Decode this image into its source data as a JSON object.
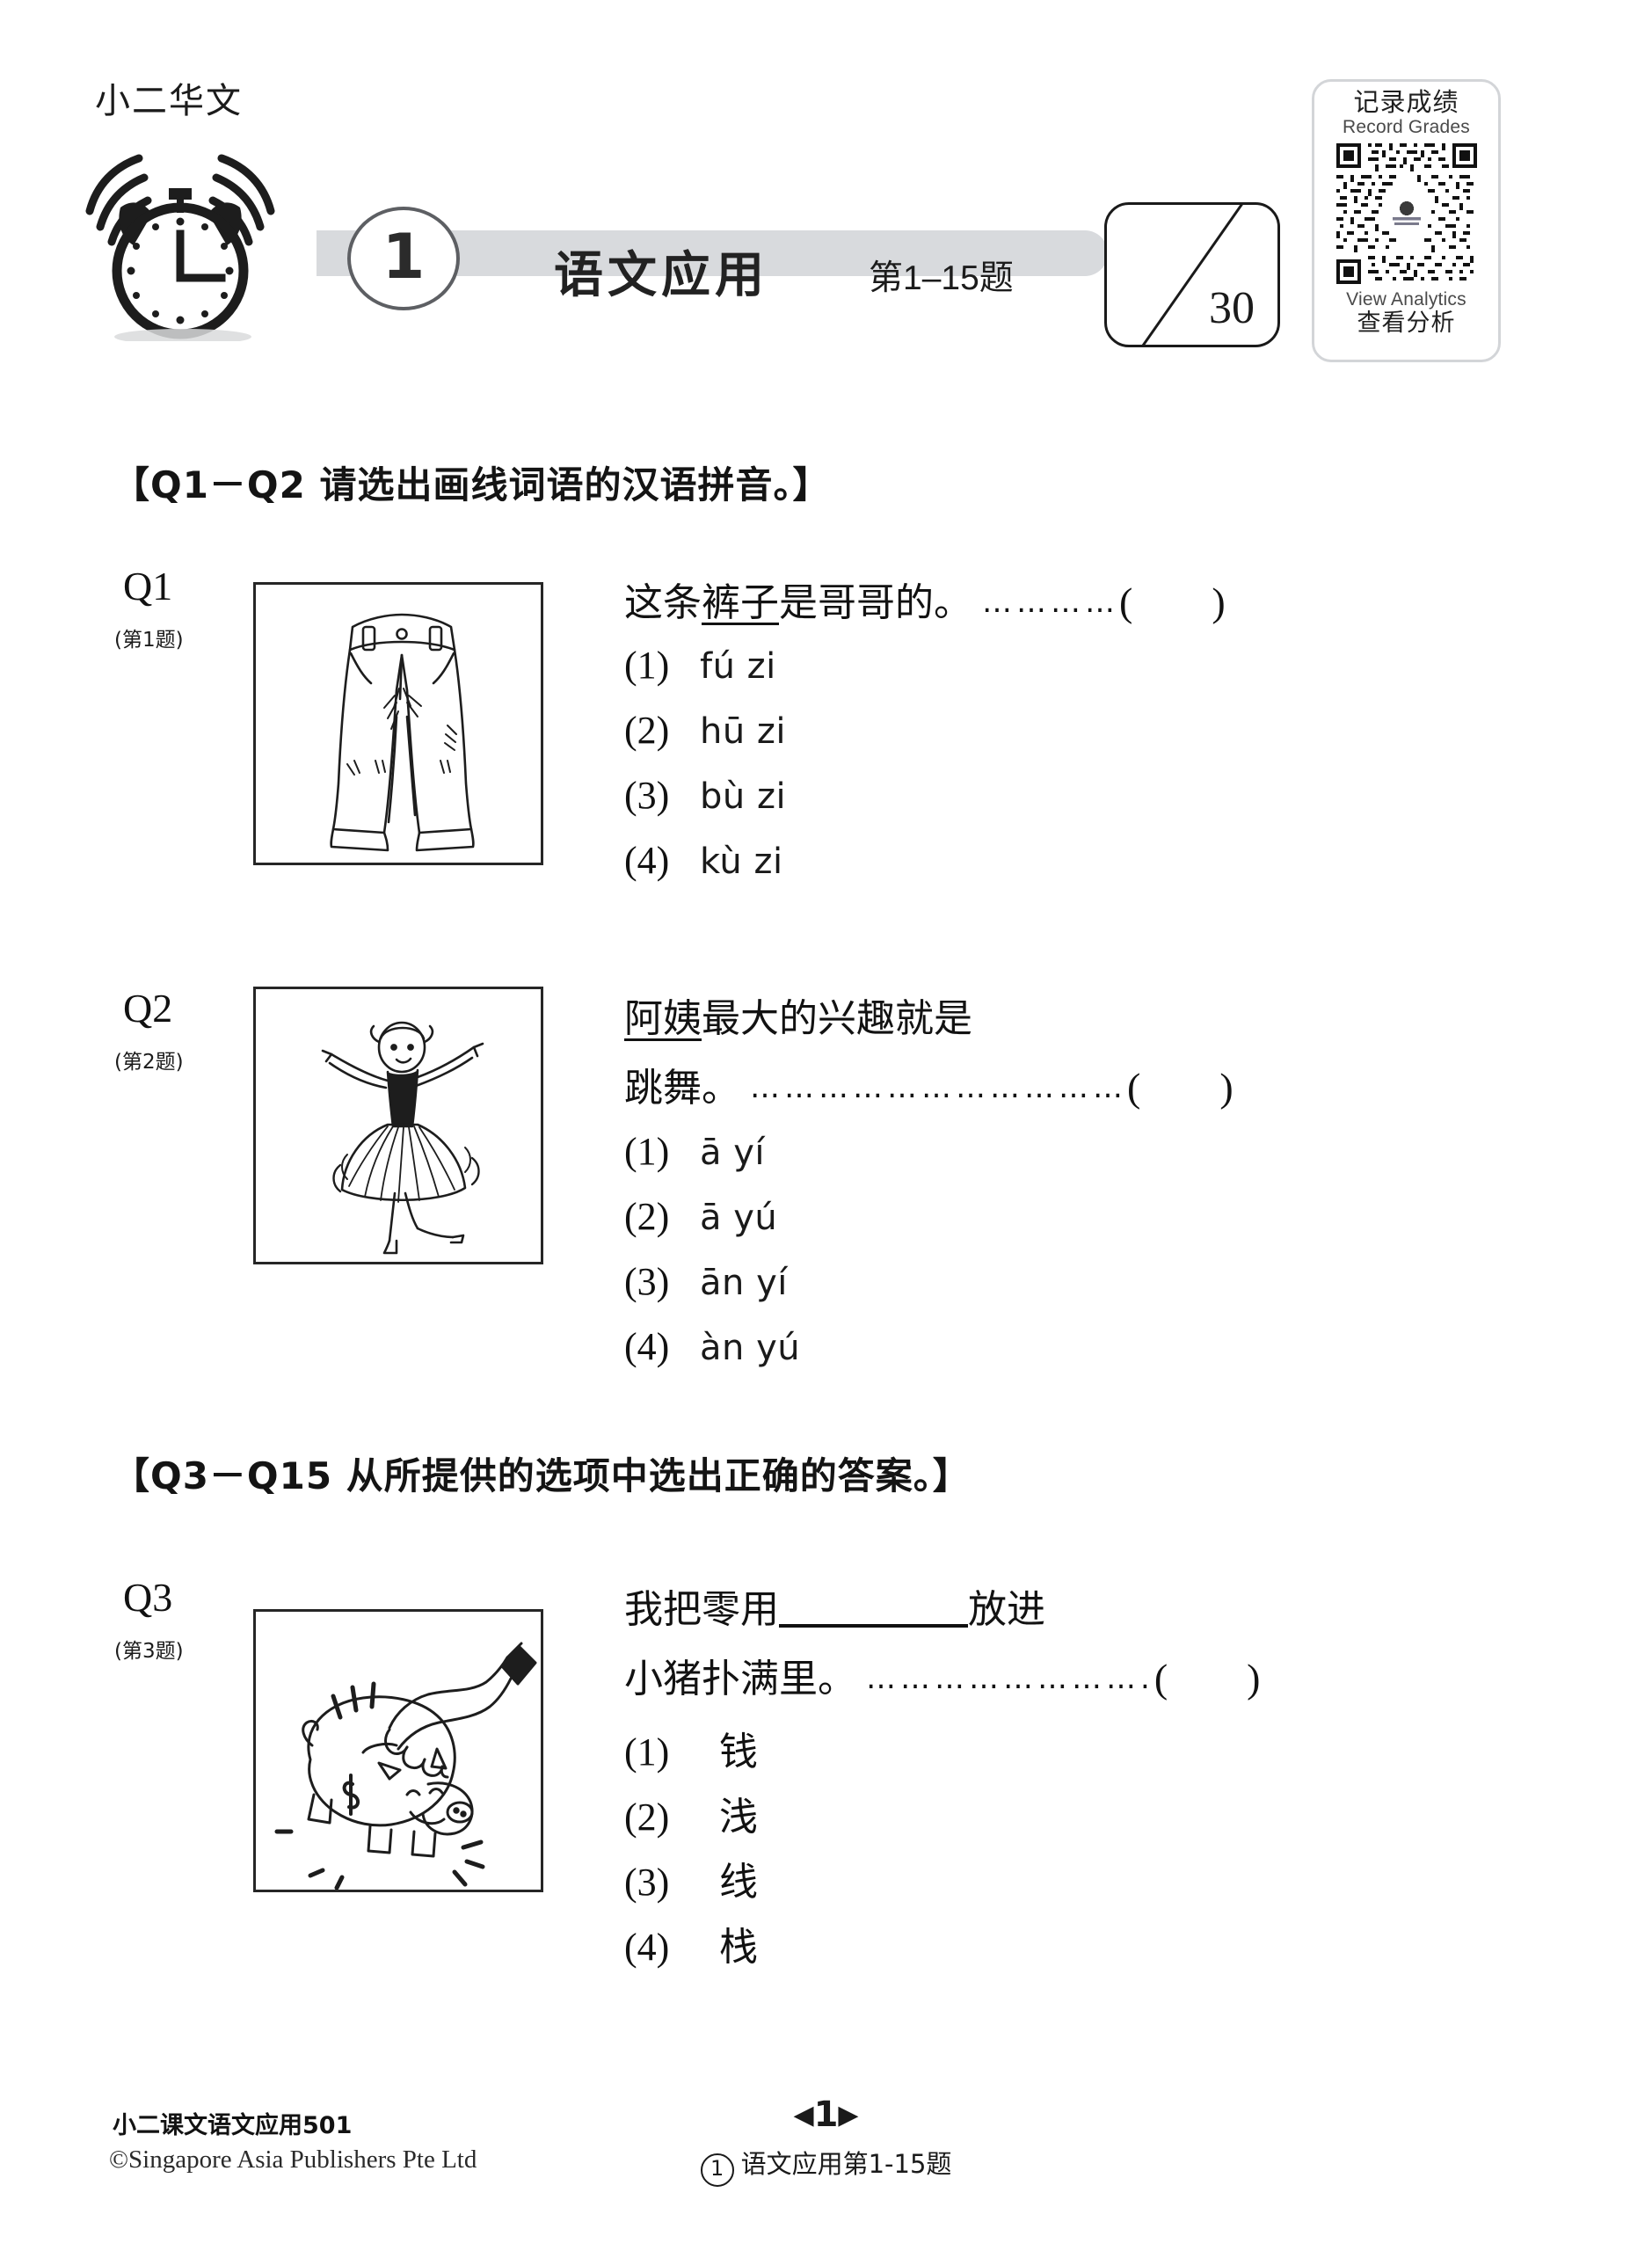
{
  "header": {
    "brand": "小二华文",
    "clock_icon": "alarm-clock-icon",
    "section_number": "1",
    "section_title": "语文应用",
    "section_range": "第1–15题",
    "score_total": "30",
    "qr": {
      "cn_top": "记录成绩",
      "en_top": "Record Grades",
      "en_bottom": "View Analytics",
      "cn_bottom": "查看分析"
    }
  },
  "instructions": {
    "block1": "【Q1－Q2  请选出画线词语的汉语拼音。】",
    "block2": "【Q3－Q15  从所提供的选项中选出正确的答案。】"
  },
  "questions": [
    {
      "label": "Q1",
      "sublabel": "(第1题)",
      "image": "pants-illustration",
      "stem_pre": "这条",
      "stem_underlined": "裤子",
      "stem_post": "是哥哥的。",
      "dots": "…………",
      "answer_open": "(",
      "answer_close": ")",
      "options": [
        {
          "num": "(1)",
          "text": "fú zi"
        },
        {
          "num": "(2)",
          "text": "hū zi"
        },
        {
          "num": "(3)",
          "text": "bù zi"
        },
        {
          "num": "(4)",
          "text": "kù zi"
        }
      ]
    },
    {
      "label": "Q2",
      "sublabel": "(第2题)",
      "image": "ballerina-illustration",
      "stem_underlined": "阿姨",
      "stem_line1_post": "最大的兴趣就是",
      "stem_line2": "跳舞。",
      "dots": "……………………………",
      "answer_open": "(",
      "answer_close": ")",
      "options": [
        {
          "num": "(1)",
          "text": "ā yí"
        },
        {
          "num": "(2)",
          "text": "ā yú"
        },
        {
          "num": "(3)",
          "text": "ān yí"
        },
        {
          "num": "(4)",
          "text": "àn yú"
        }
      ]
    },
    {
      "label": "Q3",
      "sublabel": "(第3题)",
      "image": "piggy-bank-illustration",
      "stem_line1_pre": "我把零用",
      "stem_line1_post": "放进",
      "stem_line2": "小猪扑满里。",
      "dots": "…………………….",
      "answer_open": "(",
      "answer_close": ")",
      "options": [
        {
          "num": "(1)",
          "text": "钱"
        },
        {
          "num": "(2)",
          "text": "浅"
        },
        {
          "num": "(3)",
          "text": "线"
        },
        {
          "num": "(4)",
          "text": "栈"
        }
      ]
    }
  ],
  "footer": {
    "book_code": "小二课文语文应用501",
    "copyright": "©Singapore Asia Publishers Pte Ltd",
    "page_number": "1",
    "arrow_left": "◀",
    "arrow_right": "▶",
    "section_marker": "1",
    "section_footer": "语文应用第1-15题"
  }
}
